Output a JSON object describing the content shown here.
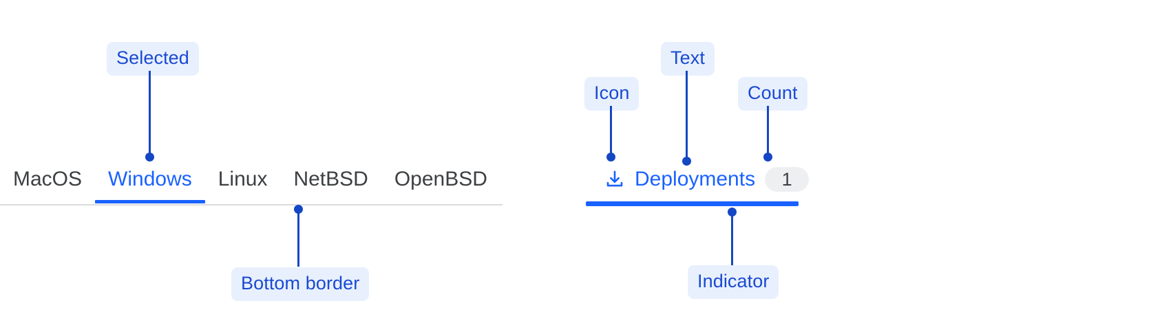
{
  "colors": {
    "accent_blue": "#1a62ff",
    "annotation_blue": "#1447c4",
    "annotation_pill_bg": "#e8f0fe",
    "tab_text": "#3c4043",
    "border_gray": "#dcdcde",
    "badge_bg": "#eeeff1",
    "background": "#ffffff"
  },
  "left_group": {
    "tabs": [
      {
        "label": "MacOS",
        "selected": false
      },
      {
        "label": "Windows",
        "selected": true
      },
      {
        "label": "Linux",
        "selected": false
      },
      {
        "label": "NetBSD",
        "selected": false
      },
      {
        "label": "OpenBSD",
        "selected": false
      }
    ],
    "annotations": [
      {
        "label": "Selected",
        "target": "selected-tab"
      },
      {
        "label": "Bottom border",
        "target": "tabs-bottom-border"
      }
    ]
  },
  "right_group": {
    "tab": {
      "icon": "download-icon",
      "text": "Deployments",
      "count": "1",
      "selected": true
    },
    "annotations": [
      {
        "label": "Icon",
        "target": "tab-icon"
      },
      {
        "label": "Text",
        "target": "tab-text"
      },
      {
        "label": "Count",
        "target": "tab-count-badge"
      },
      {
        "label": "Indicator",
        "target": "tab-active-indicator"
      }
    ]
  }
}
